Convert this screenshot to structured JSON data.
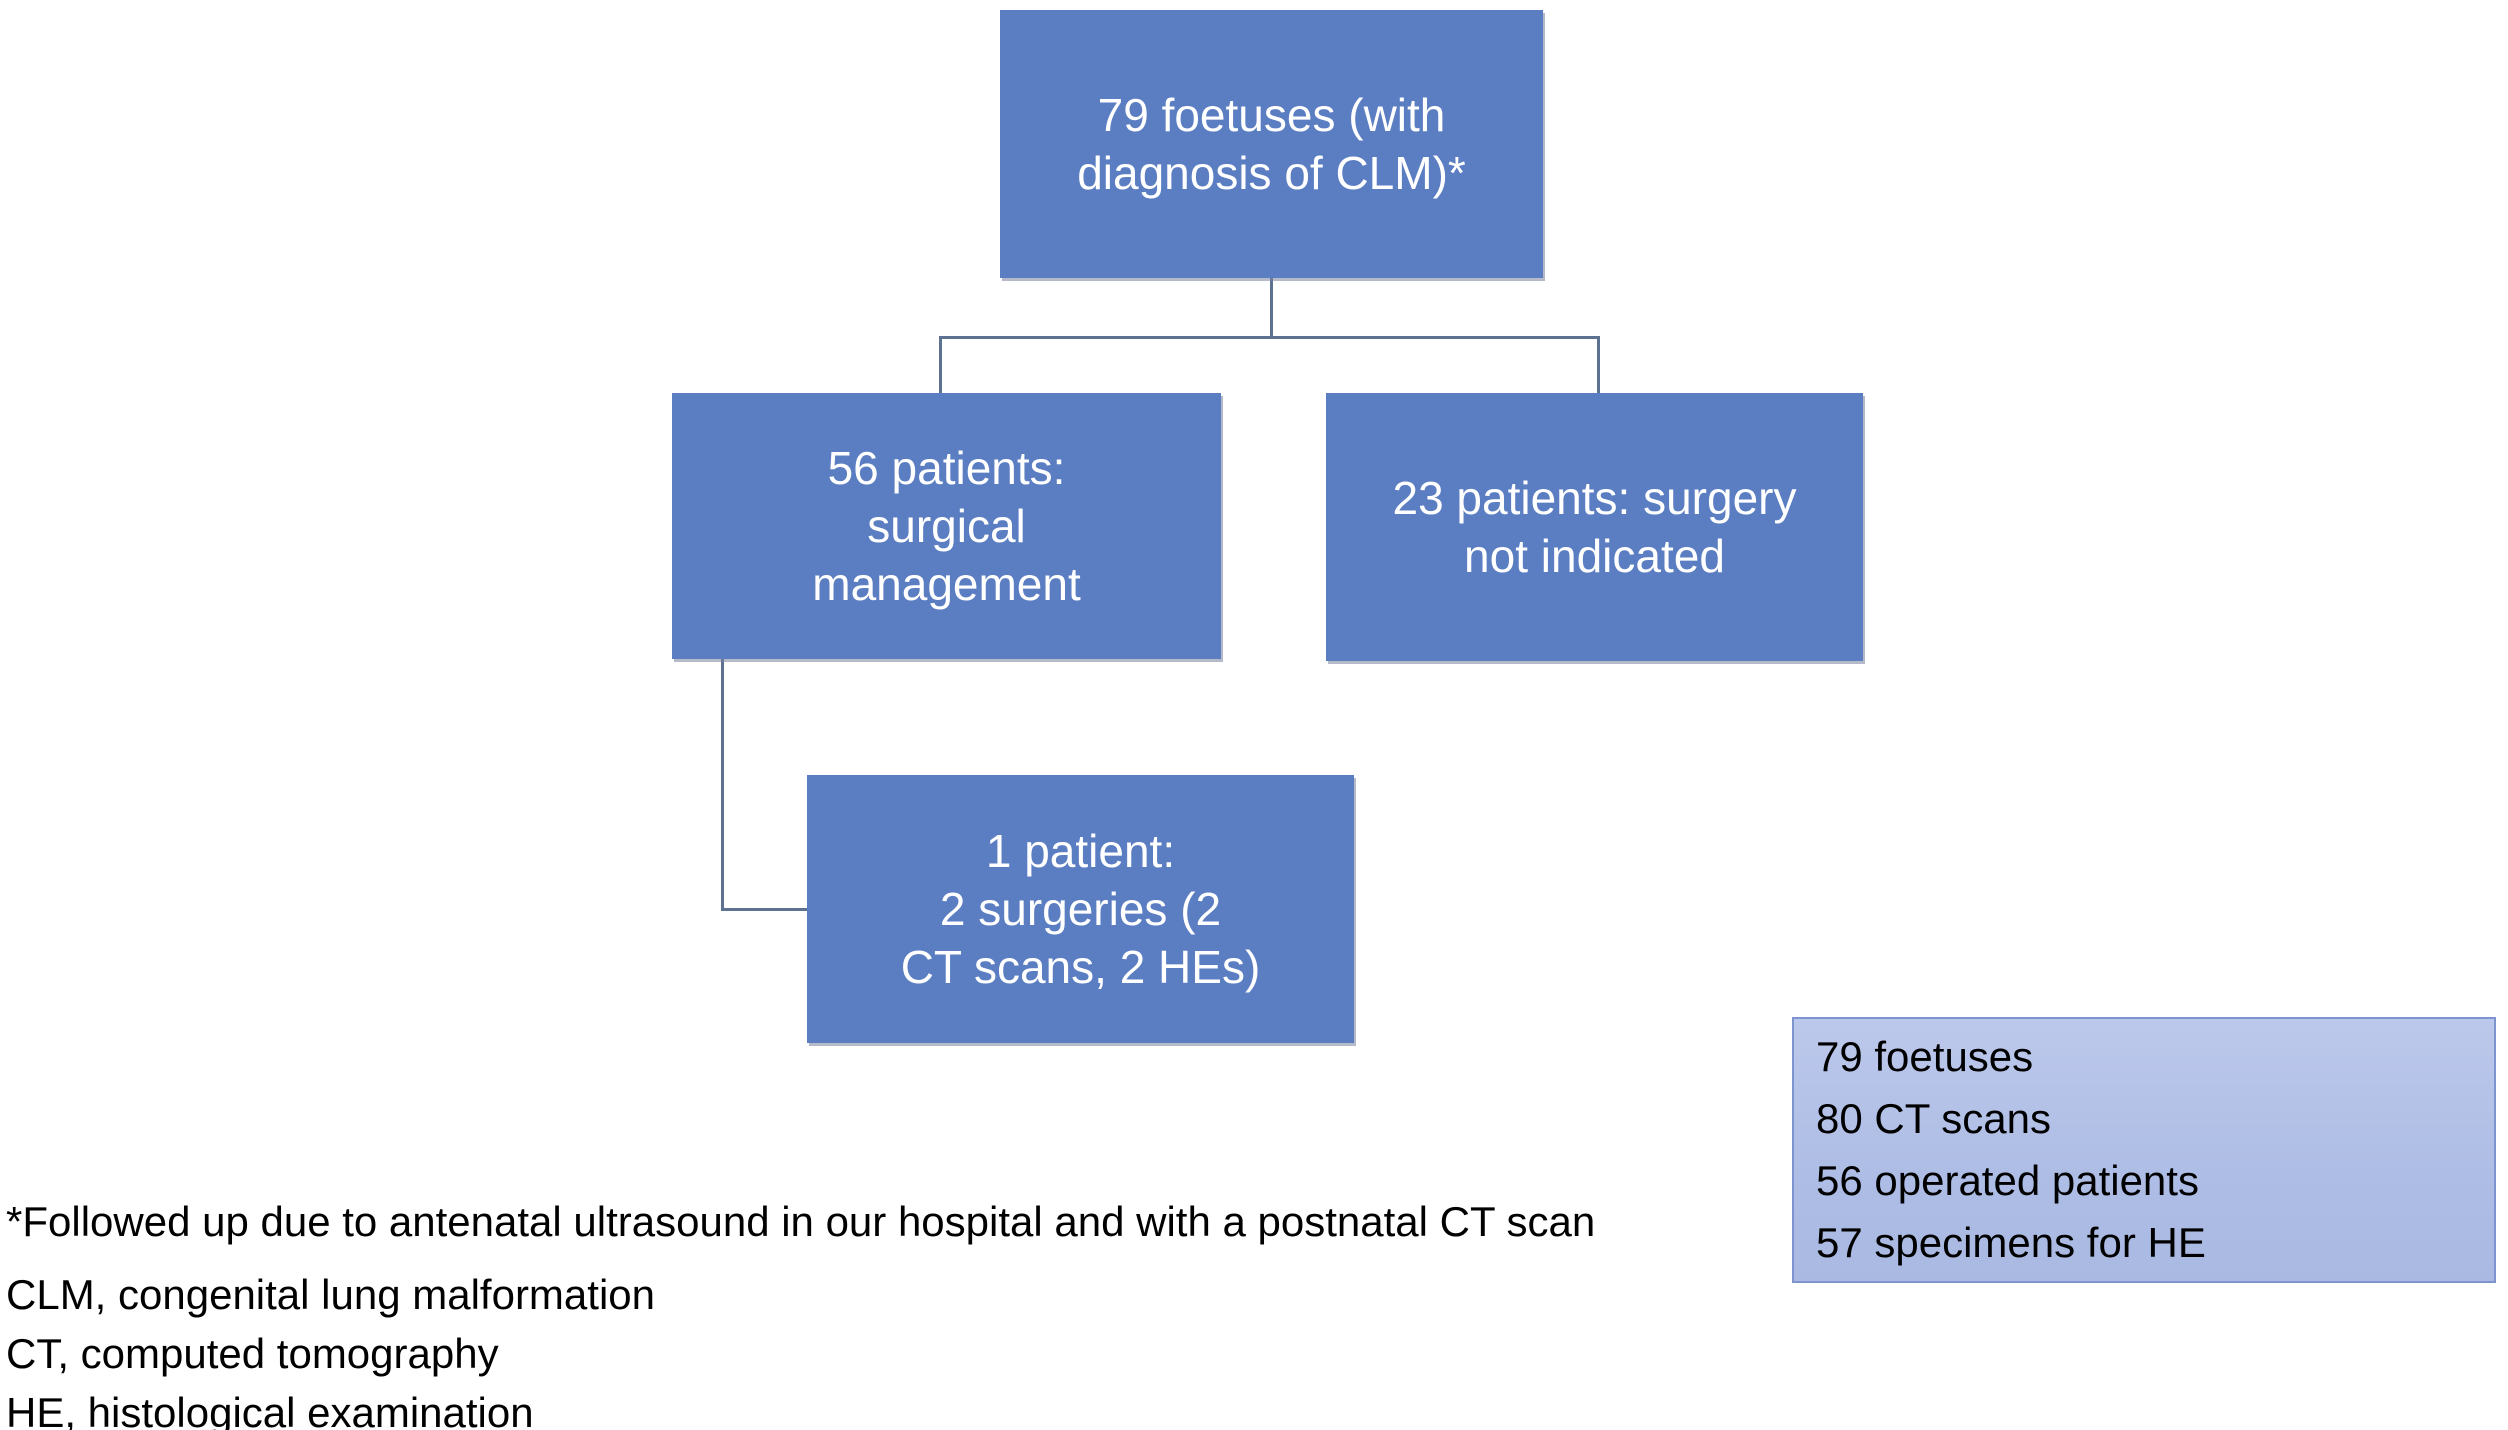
{
  "figure": {
    "type": "patient-flow-diagram",
    "background_color": "#ffffff"
  },
  "colors": {
    "node_fill": "#5b7dc2",
    "node_text": "#ffffff",
    "connector": "#5d7191",
    "summary_fill_top": "#bcc8eb",
    "summary_fill_bottom": "#a9b9e2",
    "summary_border": "#7e94cf",
    "footnote_text": "#000000"
  },
  "flowchart": {
    "root": {
      "label": "79 foetuses (with\ndiagnosis of CLM)*"
    },
    "surgical": {
      "label": "56 patients:\nsurgical\nmanagement"
    },
    "not_indicated": {
      "label": "23 patients: surgery\nnot indicated"
    },
    "reoperation": {
      "label": "1 patient:\n2 surgeries (2\nCT scans, 2 HEs)"
    }
  },
  "summary_box": {
    "lines": [
      "79 foetuses",
      "80 CT scans",
      "56 operated patients",
      "57 specimens for HE"
    ]
  },
  "footnotes": {
    "lines": [
      "*Followed up due to antenatal ultrasound in our hospital and with a postnatal CT scan",
      "CLM, congenital lung malformation",
      "CT, computed tomography",
      "HE, histological examination"
    ]
  }
}
